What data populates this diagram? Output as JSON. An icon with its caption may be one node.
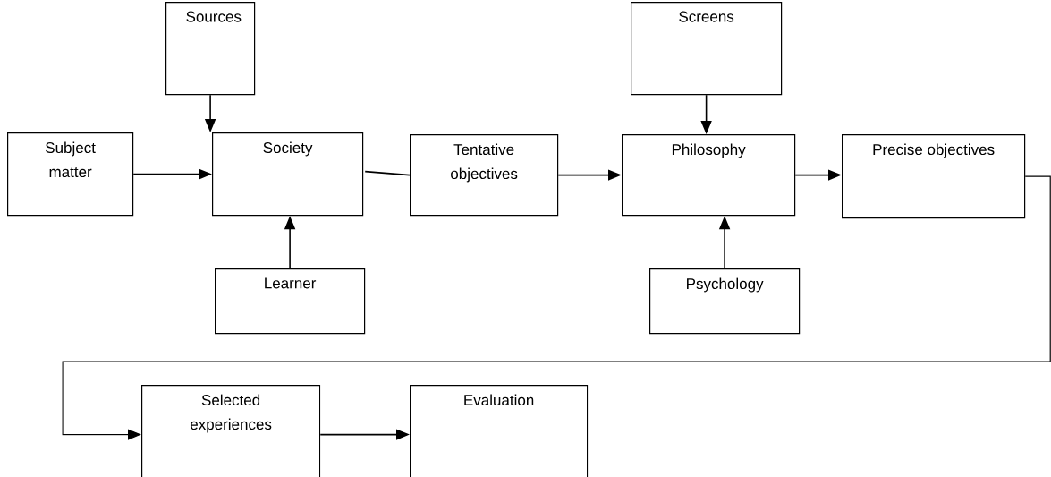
{
  "diagram": {
    "nodes": [
      {
        "text": [
          "Sources"
        ]
      },
      {
        "text": [
          "Subject matter"
        ]
      },
      {
        "text": [
          "Society"
        ]
      },
      {
        "text": [
          "Learner"
        ]
      },
      {
        "text": [
          "Tentative objectives"
        ]
      },
      {
        "text": [
          "Screens"
        ]
      },
      {
        "text": [
          "Philosophy"
        ]
      },
      {
        "text": [
          "Psychology"
        ]
      },
      {
        "text": [
          "Precise objectives"
        ]
      },
      {
        "text": [
          "Selected experiences"
        ]
      },
      {
        "text": [
          "Evaluation"
        ]
      }
    ],
    "edges": [
      {
        "from": 0,
        "to": 2,
        "arrow": "to"
      },
      {
        "from": 1,
        "to": 2,
        "arrow": "to"
      },
      {
        "from": 3,
        "to": 2,
        "arrow": "to"
      },
      {
        "from": 2,
        "to": 4,
        "arrow": "none"
      },
      {
        "from": 4,
        "to": 6,
        "arrow": "to"
      },
      {
        "from": 5,
        "to": 6,
        "arrow": "to"
      },
      {
        "from": 7,
        "to": 6,
        "arrow": "to"
      },
      {
        "from": 6,
        "to": 8,
        "arrow": "to"
      },
      {
        "from": 8,
        "to": 9,
        "arrow": "to"
      },
      {
        "from": 9,
        "to": 10,
        "arrow": "to"
      }
    ]
  }
}
